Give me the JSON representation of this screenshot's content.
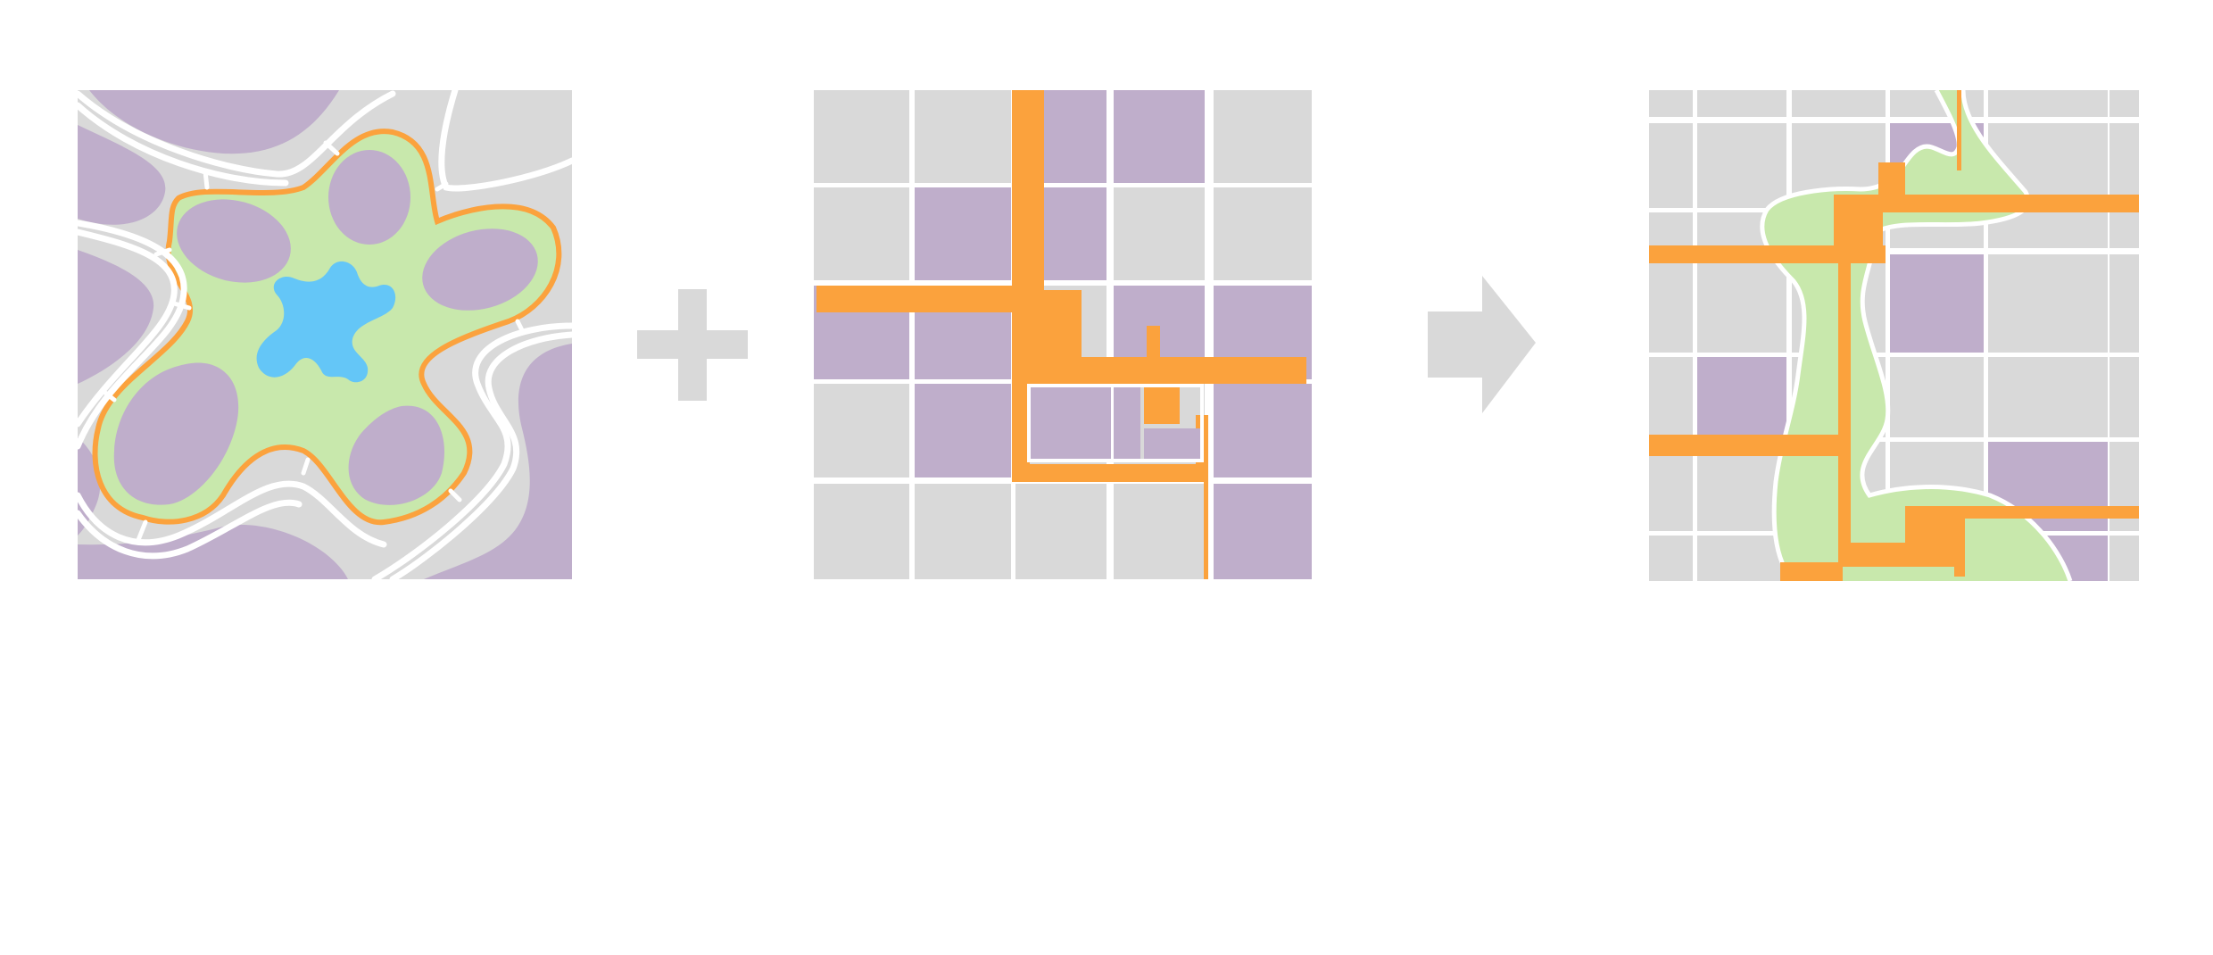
{
  "diagram": {
    "panels": [
      {
        "id": "organic-plan"
      },
      {
        "id": "grid-plan"
      },
      {
        "id": "combined-plan"
      }
    ],
    "operators": [
      {
        "symbol": "plus"
      },
      {
        "symbol": "arrow-right"
      }
    ]
  },
  "colors": {
    "background": "#ffffff",
    "block_gray": "#d9d9d9",
    "block_purple": "#bfaecb",
    "green_space": "#c8e8ac",
    "water": "#64c6f7",
    "orange_path": "#fba23d",
    "road_white": "#ffffff",
    "operator_gray": "#d9d9d9"
  }
}
